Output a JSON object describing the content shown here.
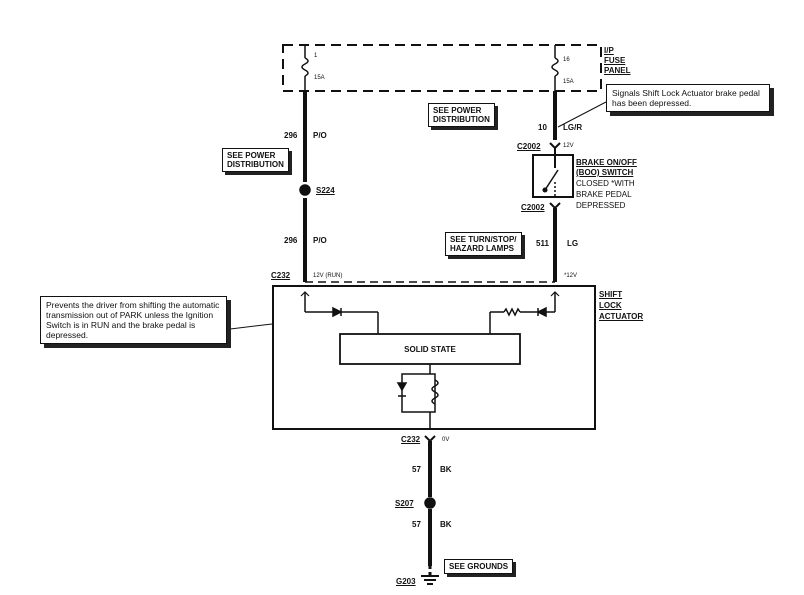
{
  "fuse_panel": {
    "label_line1": "I/P",
    "label_line2": "FUSE",
    "label_line3": "PANEL"
  },
  "fuses": [
    {
      "number": "1",
      "rating": "15A"
    },
    {
      "number": "16",
      "rating": "15A"
    }
  ],
  "left_circuit": {
    "wire_top": {
      "circuit": "296",
      "color": "P/O"
    },
    "splice": "S224",
    "wire_bottom": {
      "circuit": "296",
      "color": "P/O"
    },
    "connector": "C232",
    "voltage": "12V (RUN)"
  },
  "right_circuit": {
    "wire_top": {
      "circuit": "10",
      "color": "LG/R"
    },
    "connector_top": "C2002",
    "voltage_top": "12V",
    "connector_bottom": "C2002",
    "wire_bottom": {
      "circuit": "511",
      "color": "LG"
    },
    "voltage_bottom": "*12V"
  },
  "boo_switch": {
    "line1": "BRAKE ON/OFF",
    "line2": "(BOO) SWITCH",
    "line3": "CLOSED *WITH",
    "line4": "BRAKE PEDAL",
    "line5": "DEPRESSED"
  },
  "reference_boxes": {
    "power_dist_left": {
      "line1": "SEE POWER",
      "line2": "DISTRIBUTION"
    },
    "power_dist_top": {
      "line1": "SEE POWER",
      "line2": "DISTRIBUTION"
    },
    "turn_stop": {
      "line1": "SEE TURN/STOP/",
      "line2": "HAZARD LAMPS"
    },
    "grounds": "SEE GROUNDS"
  },
  "actuator": {
    "label_line1": "SHIFT",
    "label_line2": "LOCK",
    "label_line3": "ACTUATOR",
    "solid_state": "SOLID STATE"
  },
  "ground_circuit": {
    "connector": "C232",
    "voltage": "0V",
    "wire_top": {
      "circuit": "57",
      "color": "BK"
    },
    "splice": "S207",
    "wire_bottom": {
      "circuit": "57",
      "color": "BK"
    },
    "ground": "G203"
  },
  "callouts": {
    "right": "Signals Shift Lock Actuator brake pedal has been depressed.",
    "left": "Prevents the driver from shifting the automatic transmission out of PARK unless the Ignition Switch is in RUN and the brake pedal is depressed."
  },
  "colors": {
    "line": "#111111",
    "background": "#ffffff"
  }
}
